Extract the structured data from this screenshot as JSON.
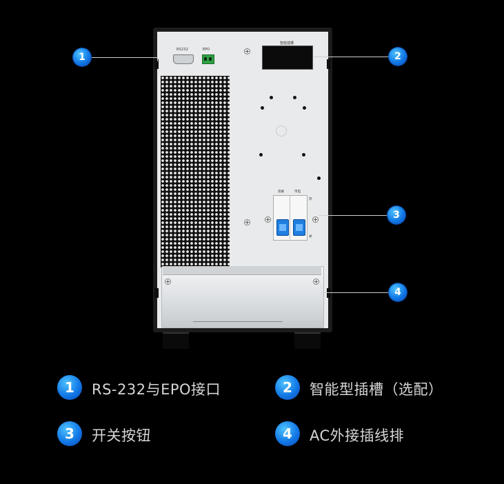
{
  "device": {
    "rs232_port_label": "RS232",
    "epo_port_label": "EPO",
    "card_slot_label": "智能插槽",
    "breaker_left_label": "旁路",
    "breaker_right_label": "市电",
    "breaker_top_mark": "开",
    "breaker_bottom_mark": "关"
  },
  "callouts": [
    {
      "number": "1"
    },
    {
      "number": "2"
    },
    {
      "number": "3"
    },
    {
      "number": "4"
    }
  ],
  "legend": [
    {
      "number": "1",
      "text": "RS-232与EPO接口"
    },
    {
      "number": "2",
      "text": "智能型插槽（选配）"
    },
    {
      "number": "3",
      "text": "开关按钮"
    },
    {
      "number": "4",
      "text": "AC外接插线排"
    }
  ],
  "colors": {
    "background": "#000000",
    "badge_blue": "#1279e6",
    "legend_text": "#d6d6d6",
    "epo_green": "#2ea043",
    "switch_blue": "#1f7fe0"
  }
}
